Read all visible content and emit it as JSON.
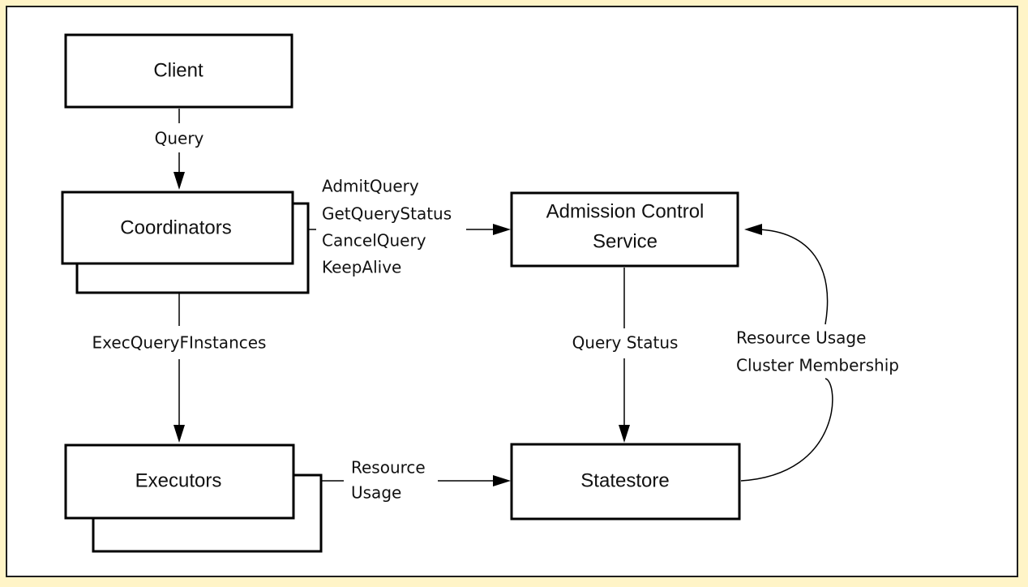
{
  "nodes": {
    "client": "Client",
    "coordinators": "Coordinators",
    "admission_control": [
      "Admission Control",
      "Service"
    ],
    "executors": "Executors",
    "statestore": "Statestore"
  },
  "edges": {
    "client_to_coordinators": [
      "Query"
    ],
    "coordinators_to_admission": [
      "AdmitQuery",
      "GetQueryStatus",
      "CancelQuery",
      "KeepAlive"
    ],
    "coordinators_to_executors": [
      "ExecQueryFInstances"
    ],
    "admission_to_statestore": [
      "Query Status"
    ],
    "statestore_to_admission": [
      "Resource Usage",
      "Cluster Membership"
    ],
    "executors_to_statestore": [
      "Resource",
      "Usage"
    ]
  },
  "colors": {
    "page_background": "#fff4c7",
    "canvas": "#ffffff",
    "stroke": "#000000"
  }
}
